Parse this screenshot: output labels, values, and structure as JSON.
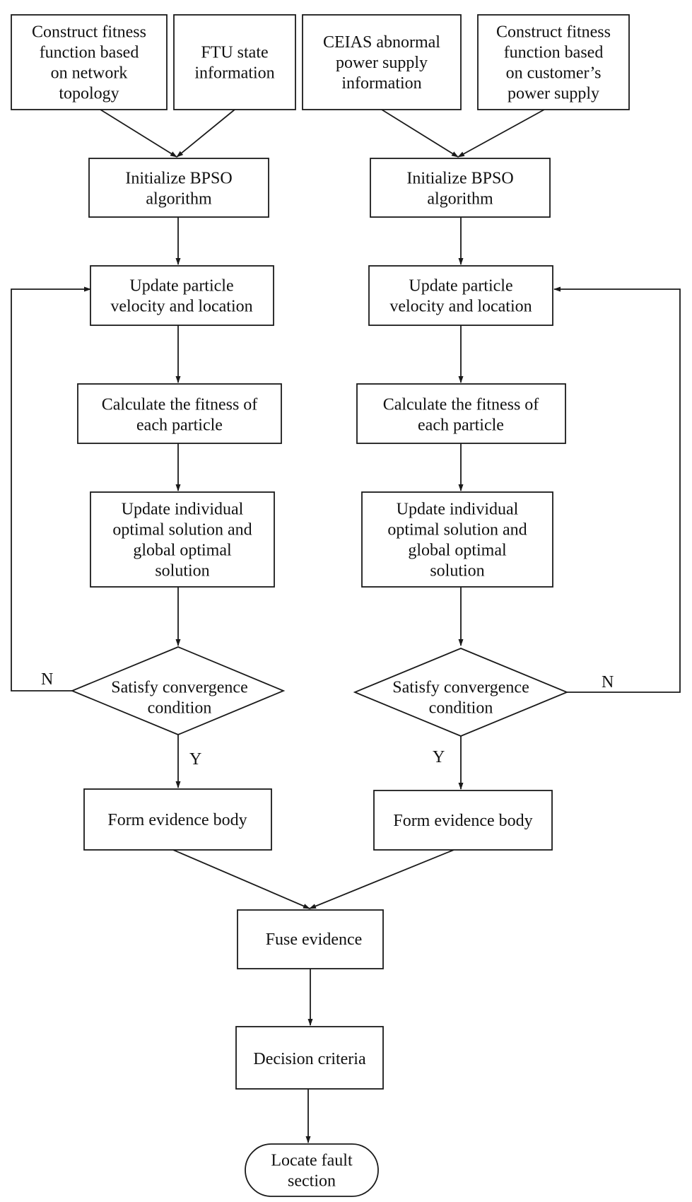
{
  "nodes": {
    "construct_topology": [
      "Construct fitness",
      "function based",
      "on network",
      "topology"
    ],
    "ftu_state": [
      "FTU state",
      "information"
    ],
    "ceias_abnormal": [
      "CEIAS abnormal",
      "power supply",
      "information"
    ],
    "construct_customer": [
      "Construct fitness",
      "function based",
      "on customer’s",
      "power supply"
    ],
    "init_left": [
      "Initialize BPSO",
      "algorithm"
    ],
    "init_right": [
      "Initialize BPSO",
      "algorithm"
    ],
    "update_pos_left": [
      "Update particle",
      "velocity and location"
    ],
    "update_pos_right": [
      "Update particle",
      "velocity and location"
    ],
    "calc_fitness_left": [
      "Calculate the fitness of",
      "each particle"
    ],
    "calc_fitness_right": [
      "Calculate the fitness of",
      "each particle"
    ],
    "update_opt_left": [
      "Update individual",
      "optimal solution and",
      "global optimal",
      "solution"
    ],
    "update_opt_right": [
      "Update individual",
      "optimal solution and",
      "global optimal",
      "solution"
    ],
    "converge_left": [
      "Satisfy convergence",
      "condition"
    ],
    "converge_right": [
      "Satisfy convergence",
      "condition"
    ],
    "evidence_left": [
      "Form evidence body"
    ],
    "evidence_right": [
      "Form evidence body"
    ],
    "fuse": [
      "Fuse evidence"
    ],
    "decision": [
      "Decision criteria"
    ],
    "locate": [
      "Locate fault",
      "section"
    ]
  },
  "edge_labels": {
    "no_left": "N",
    "no_right": "N",
    "yes_left": "Y",
    "yes_right": "Y"
  }
}
